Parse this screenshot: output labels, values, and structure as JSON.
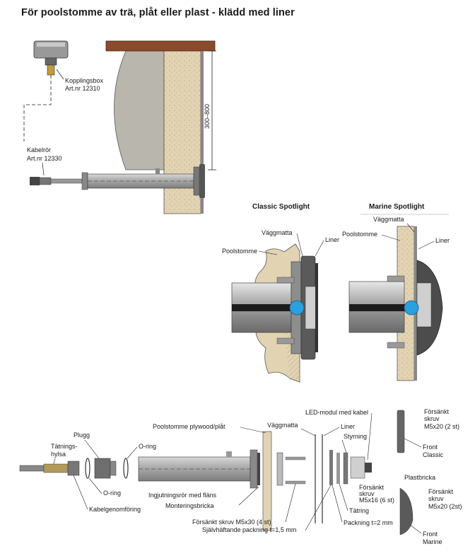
{
  "title": "För poolstomme av trä, plåt eller plast - klädd med liner",
  "top": {
    "kopplingsbox": [
      "Kopplingsbox",
      "Art.nr 12310"
    ],
    "kabelror": [
      "Kabelrör",
      "Art.nr 12330"
    ],
    "dimension": "300–800"
  },
  "classic": {
    "heading": "Classic Spotlight",
    "vaggmatta": "Väggmatta",
    "liner": "Liner",
    "poolstomme": "Poolstomme"
  },
  "marine": {
    "heading": "Marine Spotlight",
    "vaggmatta": "Väggmatta",
    "poolstomme": "Poolstomme",
    "liner": "Liner"
  },
  "exploded": {
    "tatningshylsa": [
      "Tätnings-",
      "hylsa"
    ],
    "plugg": "Plugg",
    "oring1": "O-ring",
    "oring2": "O-ring",
    "kabelgenomforing": "Kabelgenomföring",
    "poolstomme": "Poolstomme plywood/plåt",
    "vaggmatta": "Väggmatta",
    "liner": "Liner",
    "ledmodul": "LED-modul med kabel",
    "styrning": "Styrning",
    "ingjutningsror": "Ingjutningsrör med fläns",
    "monteringsbricka": "Monteringsbricka",
    "forsankt_m5x30": "Försänkt skruv M5x30 (4 st)",
    "sjalvhaftande": "Självhäftande packning t=1,5 mm",
    "forsankt_m5x16": [
      "Försänkt",
      "skruv",
      "M5x16 (6 st)"
    ],
    "tatring": "Tätring",
    "packning": "Packning t=2 mm",
    "forsankt_m5x20a": [
      "Försänkt",
      "skruv",
      "M5x20 (2 st)"
    ],
    "front_classic": [
      "Front",
      "Classic"
    ],
    "plastbricka": "Plastbricka",
    "forsankt_m5x20b": [
      "Försänkt",
      "skruv",
      "M5x20 (2st)"
    ],
    "front_marine": [
      "Front",
      "Marine"
    ]
  },
  "colors": {
    "wood": "#e2d3b3",
    "concrete": "#b9b6ad",
    "rim": "#8a4a2c",
    "pipe": "#b3b3b3",
    "lens": "#2aa0dc"
  }
}
